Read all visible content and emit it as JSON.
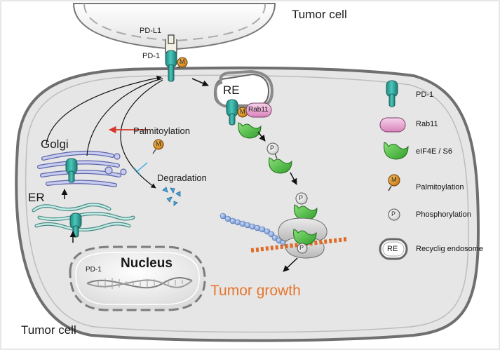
{
  "labels": {
    "tumor_cell_top": "Tumor cell",
    "tumor_cell_bottom": "Tumor cell",
    "pdl1": "PD-L1",
    "pd1_membrane": "PD-1",
    "pd1_dna": "PD-1",
    "re": "RE",
    "rab11_on_re": "Rab11",
    "palmitoylation": "Palmitoylation",
    "degradation": "Degradation",
    "golgi": "Golgi",
    "er": "ER",
    "nucleus": "Nucleus",
    "tumor_growth": "Tumor growth",
    "m_symbol": "M",
    "p_symbol": "P"
  },
  "legend": [
    {
      "icon": "pd1-receptor-icon",
      "label": "PD-1"
    },
    {
      "icon": "rab11-capsule-icon",
      "label": "Rab11"
    },
    {
      "icon": "eif4e-s6-icon",
      "label": "eIF4E / S6"
    },
    {
      "icon": "palmitoylation-m-icon",
      "label": "Palmitoylation"
    },
    {
      "icon": "phosphorylation-p-icon",
      "label": "Phosphorylation"
    },
    {
      "icon": "recycling-endosome-icon",
      "label": "Recyclig endosome"
    }
  ],
  "legend_symbols": {
    "m": "M",
    "p": "P",
    "re": "RE"
  },
  "colors": {
    "pd1_teal": "#2aa39a",
    "rab11_pink": "#e9a6d0",
    "eif4e_green": "#5bc94a",
    "palm_orange": "#e1962c",
    "red_arrow": "#d9362b",
    "inhibit_blue": "#4fb4e0",
    "tumor_growth_orange": "#e8762d",
    "cell_fill": "#e6e6e6"
  }
}
